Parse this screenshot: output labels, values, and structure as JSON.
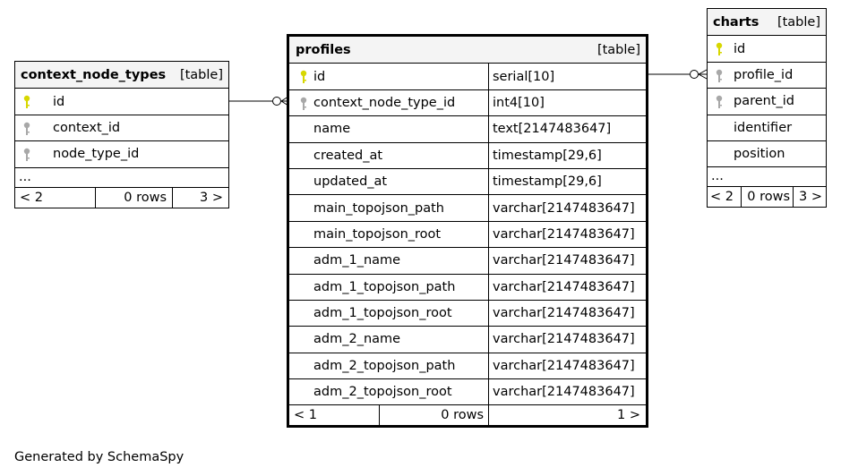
{
  "colors": {
    "primary_key": "#d7d700",
    "foreign_key": "#a8a8a8",
    "header_bg": "#f4f4f4"
  },
  "tables": {
    "context_node_types": {
      "name": "context_node_types",
      "kind": "[table]",
      "columns": [
        {
          "name": "id",
          "key": "primary-key-icon"
        },
        {
          "name": "context_id",
          "key": "foreign-key-icon"
        },
        {
          "name": "node_type_id",
          "key": "foreign-key-icon"
        }
      ],
      "ellipsis": "...",
      "footer": {
        "left": "< 2",
        "mid": "0 rows",
        "right": "3 >"
      }
    },
    "profiles": {
      "name": "profiles",
      "kind": "[table]",
      "columns": [
        {
          "name": "id",
          "type": "serial[10]",
          "key": "primary-key-icon"
        },
        {
          "name": "context_node_type_id",
          "type": "int4[10]",
          "key": "foreign-key-icon"
        },
        {
          "name": "name",
          "type": "text[2147483647]"
        },
        {
          "name": "created_at",
          "type": "timestamp[29,6]"
        },
        {
          "name": "updated_at",
          "type": "timestamp[29,6]"
        },
        {
          "name": "main_topojson_path",
          "type": "varchar[2147483647]"
        },
        {
          "name": "main_topojson_root",
          "type": "varchar[2147483647]"
        },
        {
          "name": "adm_1_name",
          "type": "varchar[2147483647]"
        },
        {
          "name": "adm_1_topojson_path",
          "type": "varchar[2147483647]"
        },
        {
          "name": "adm_1_topojson_root",
          "type": "varchar[2147483647]"
        },
        {
          "name": "adm_2_name",
          "type": "varchar[2147483647]"
        },
        {
          "name": "adm_2_topojson_path",
          "type": "varchar[2147483647]"
        },
        {
          "name": "adm_2_topojson_root",
          "type": "varchar[2147483647]"
        }
      ],
      "footer": {
        "left": "< 1",
        "mid": "0 rows",
        "right": "1 >"
      }
    },
    "charts": {
      "name": "charts",
      "kind": "[table]",
      "columns": [
        {
          "name": "id",
          "key": "primary-key-icon"
        },
        {
          "name": "profile_id",
          "key": "foreign-key-icon"
        },
        {
          "name": "parent_id",
          "key": "foreign-key-icon"
        },
        {
          "name": "identifier"
        },
        {
          "name": "position"
        }
      ],
      "ellipsis": "...",
      "footer": {
        "left": "< 2",
        "mid": "0 rows",
        "right": "3 >"
      }
    }
  },
  "generated_by": "Generated by SchemaSpy"
}
